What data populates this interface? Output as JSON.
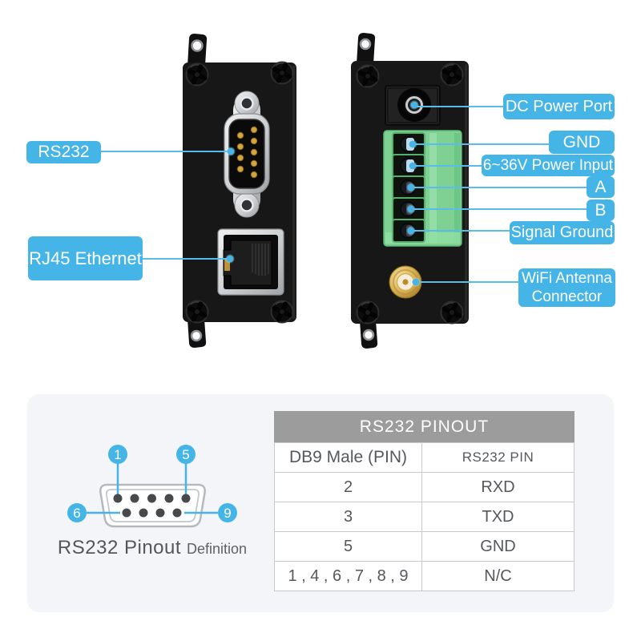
{
  "colors": {
    "accent": "#45b4e6",
    "leader_line": "#58bdea",
    "table_header_bg": "#9c9c9c",
    "card_bg": "#f4f5f8",
    "terminal_block_green": "#7ed193",
    "device_body_black": "#171717"
  },
  "callouts": {
    "rs232": "RS232",
    "rj45_ethernet": "RJ45 Ethernet",
    "dc_power_port": "DC Power Port",
    "gnd": "GND",
    "power_input": "6~36V Power Input",
    "line_a": "A",
    "line_b": "B",
    "signal_ground": "Signal Ground",
    "wifi_antenna": "WiFi Antenna Connector"
  },
  "pinout_card": {
    "pin_labels": {
      "p1": "1",
      "p5": "5",
      "p6": "6",
      "p9": "9"
    },
    "caption_main": "RS232 Pinout",
    "caption_sub": "Definition",
    "table": {
      "title": "RS232 PINOUT",
      "columns": [
        "DB9 Male (PIN)",
        "RS232 PIN"
      ],
      "rows": [
        [
          "2",
          "RXD"
        ],
        [
          "3",
          "TXD"
        ],
        [
          "5",
          "GND"
        ],
        [
          "1 , 4 , 6 , 7 , 8 , 9",
          "N/C"
        ]
      ]
    }
  }
}
